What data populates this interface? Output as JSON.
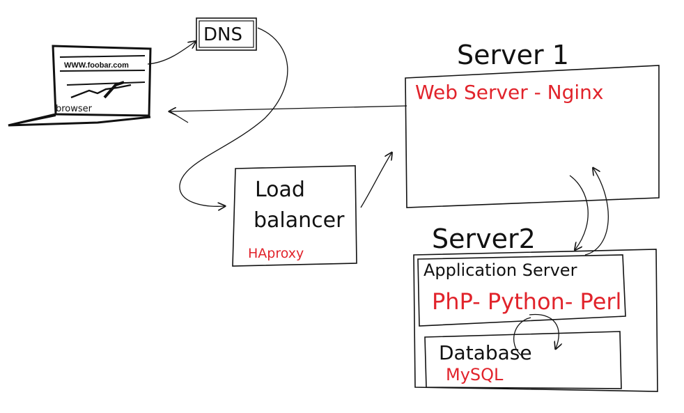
{
  "colors": {
    "ink": "#111111",
    "accent": "#e1232b",
    "background": "#ffffff"
  },
  "browser": {
    "url": "WWW.foobar.com",
    "label": "browser",
    "icon": "laptop-icon"
  },
  "dns": {
    "label": "DNS"
  },
  "load_balancer": {
    "title_line1": "Load",
    "title_line2": "balancer",
    "software": "HAproxy"
  },
  "server1": {
    "title": "Server 1",
    "component": "Web Server - Nginx"
  },
  "server2": {
    "title": "Server2",
    "app_server": {
      "title": "Application Server",
      "languages": "PhP- Python- Perl"
    },
    "database": {
      "title": "Database",
      "engine": "MySQL"
    }
  }
}
